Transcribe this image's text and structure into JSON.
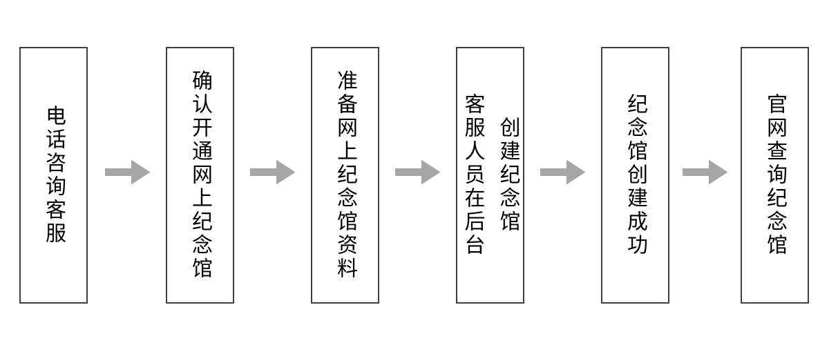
{
  "flowchart": {
    "direction": "left-to-right",
    "connector_icon": "arrow-right-icon",
    "steps": [
      {
        "id": 1,
        "label": "电话咨询客服"
      },
      {
        "id": 2,
        "label": "确认开通网上纪念馆"
      },
      {
        "id": 3,
        "label": "准备网上纪念馆资料"
      },
      {
        "id": 4,
        "label": "客服人员在后台\n创建纪念馆"
      },
      {
        "id": 5,
        "label": "纪念馆创建成功"
      },
      {
        "id": 6,
        "label": "官网查询纪念馆"
      }
    ]
  },
  "colors": {
    "background": "#ffffff",
    "box_fill": "#ffffff",
    "box_border": "#404040",
    "text": "#000000",
    "arrow": "#a6a6a6"
  }
}
